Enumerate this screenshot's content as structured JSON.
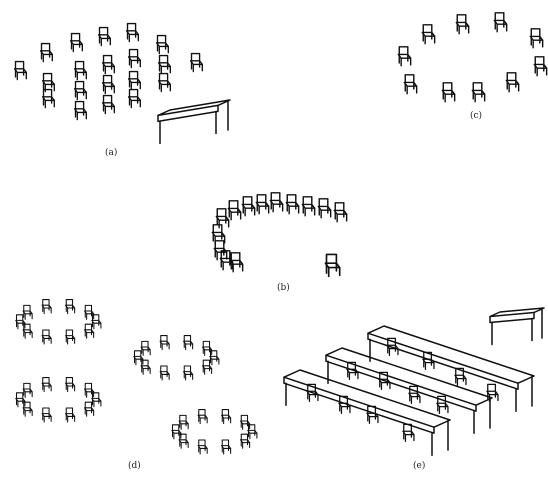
{
  "panels": [
    {
      "id": "a",
      "label": "(a)",
      "arrangement": "rows"
    },
    {
      "id": "b",
      "label": "(b)",
      "arrangement": "semicircle"
    },
    {
      "id": "c",
      "label": "(c)",
      "arrangement": "circle"
    },
    {
      "id": "d",
      "label": "(d)",
      "arrangement": "small-circles"
    },
    {
      "id": "e",
      "label": "(e)",
      "arrangement": "long-tables"
    }
  ],
  "colors": {
    "ink": "#111111",
    "background": "#ffffff"
  }
}
